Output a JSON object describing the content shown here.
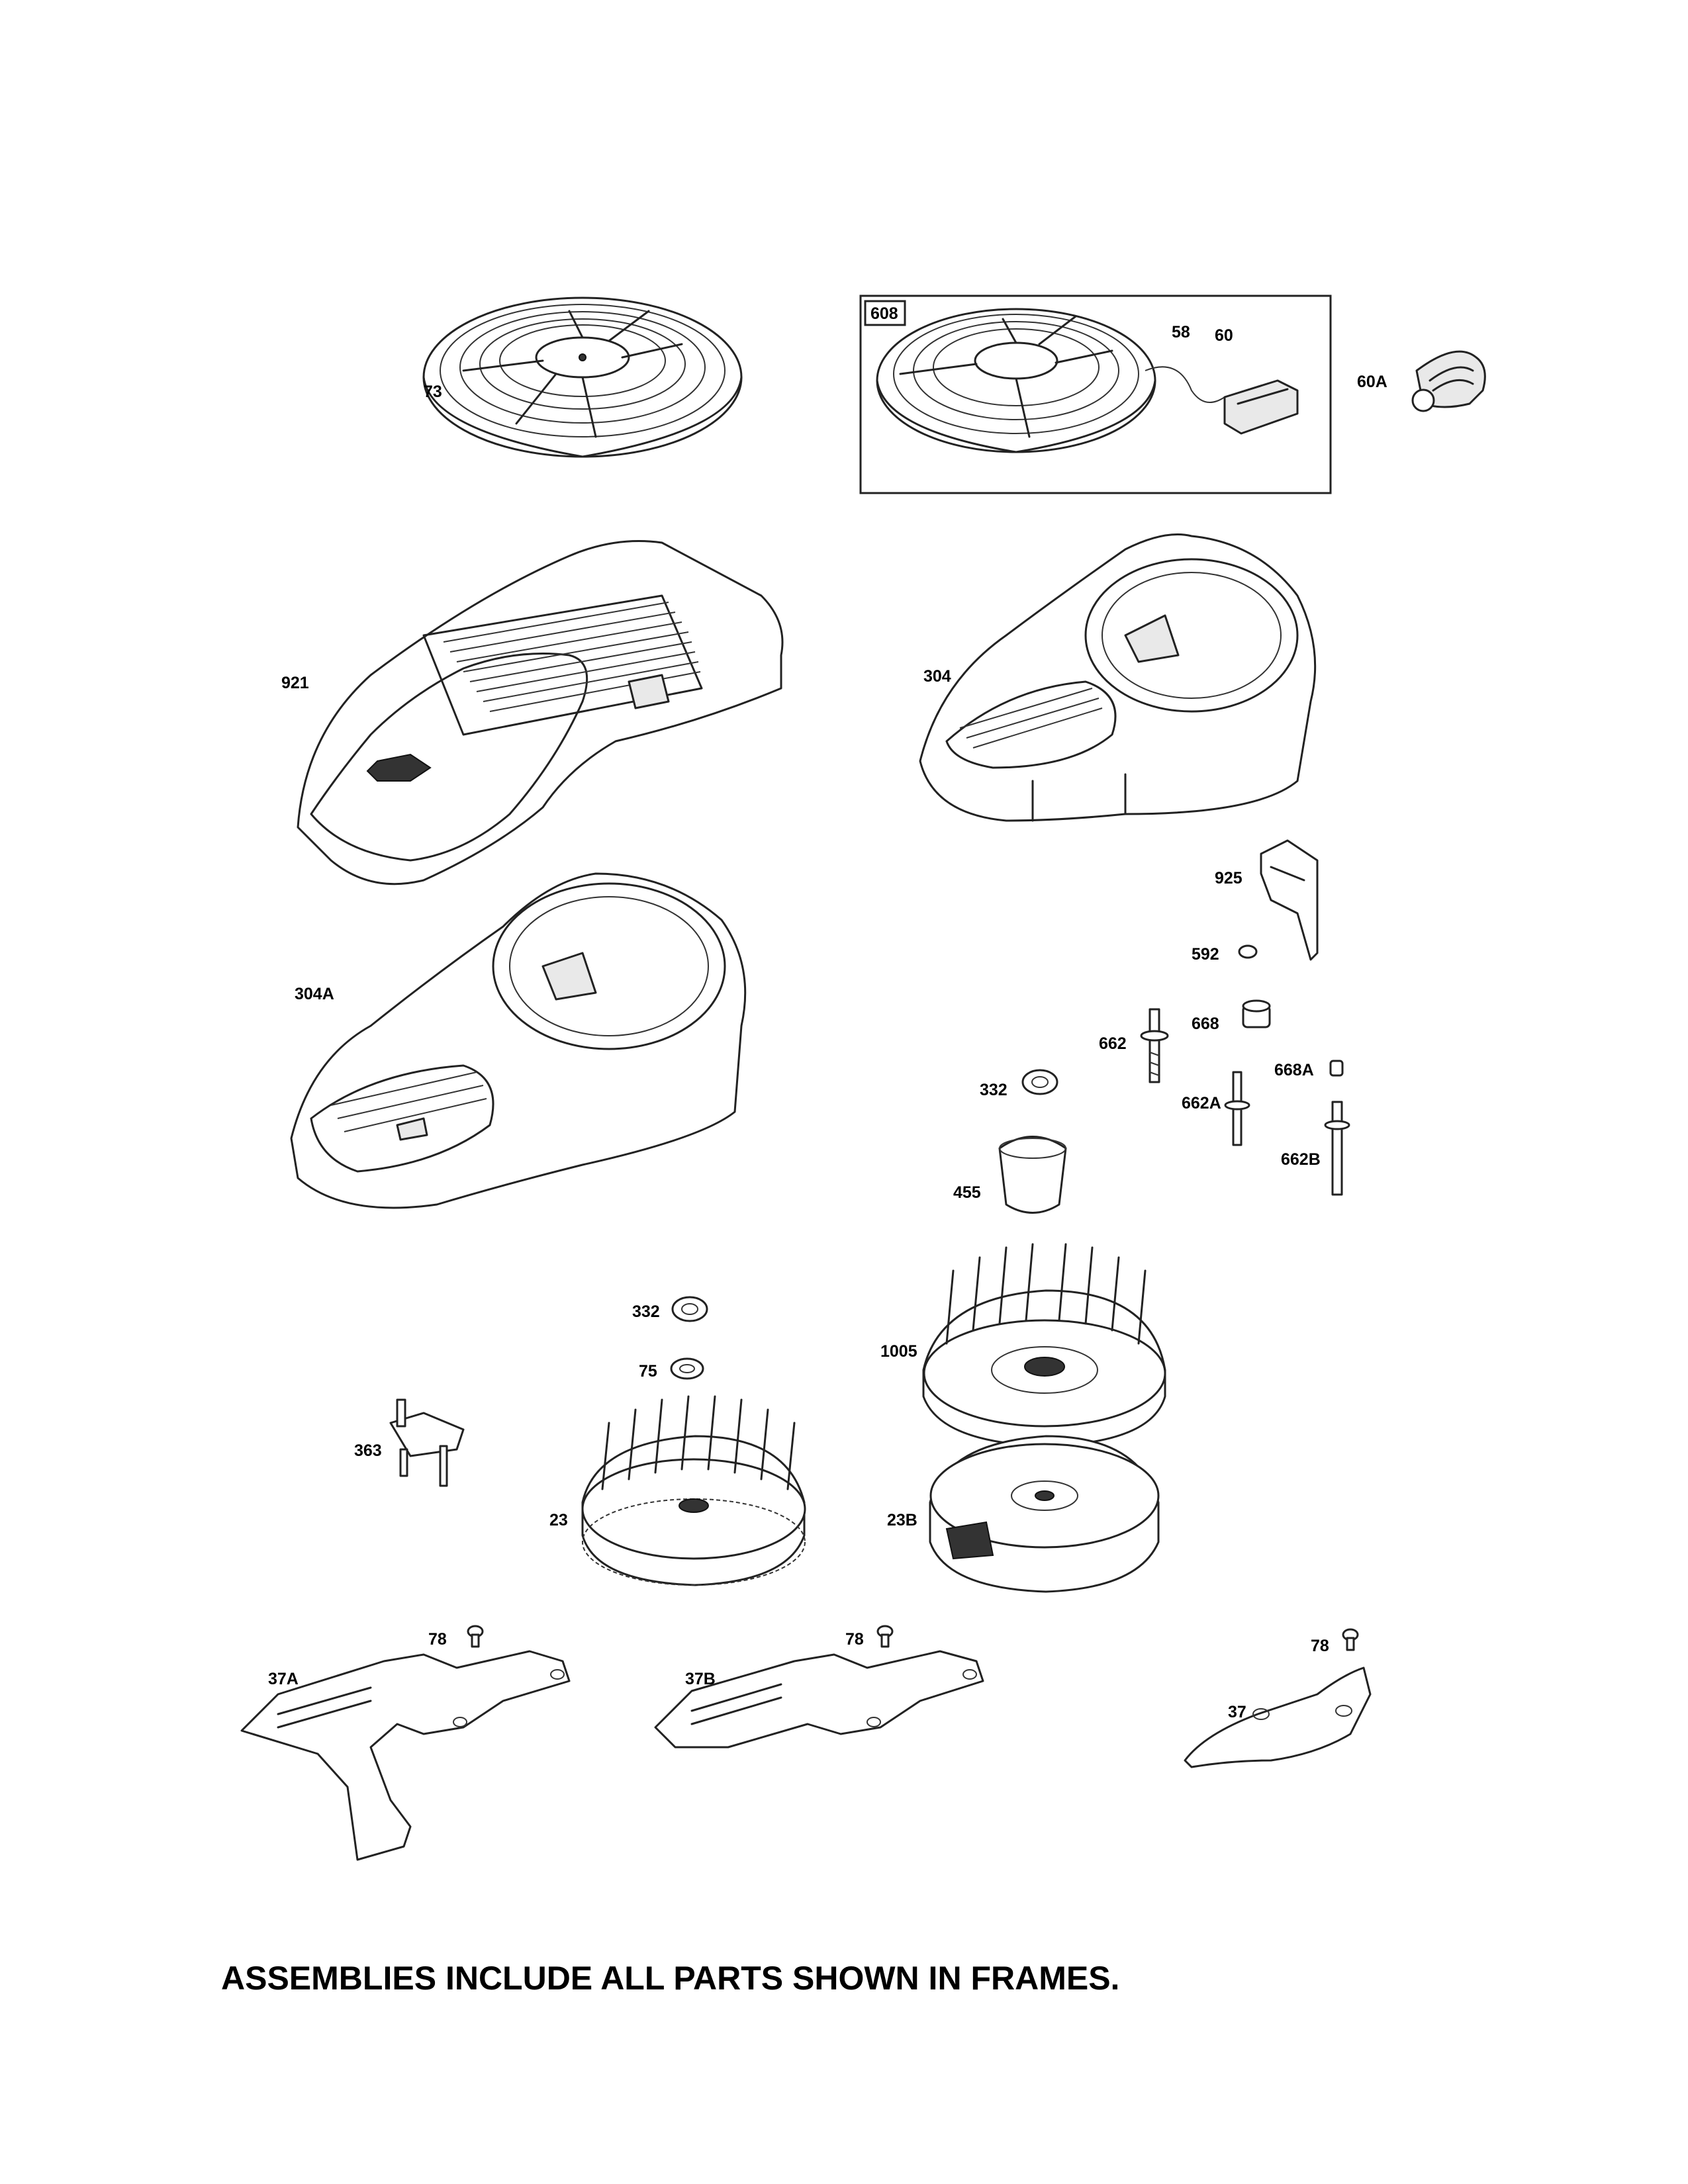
{
  "footnote": "ASSEMBLIES INCLUDE ALL PARTS SHOWN IN FRAMES.",
  "frame_label": "608",
  "callouts": {
    "p73": "73",
    "p58": "58",
    "p60": "60",
    "p60a": "60A",
    "p921": "921",
    "p304": "304",
    "p925": "925",
    "p304a": "304A",
    "p592": "592",
    "p662": "662",
    "p668": "668",
    "p332a": "332",
    "p668a": "668A",
    "p662a": "662A",
    "p662b": "662B",
    "p455": "455",
    "p332b": "332",
    "p1005": "1005",
    "p75": "75",
    "p363": "363",
    "p23": "23",
    "p23b": "23B",
    "p78a": "78",
    "p78b": "78",
    "p78c": "78",
    "p37a": "37A",
    "p37b": "37B",
    "p37": "37"
  }
}
